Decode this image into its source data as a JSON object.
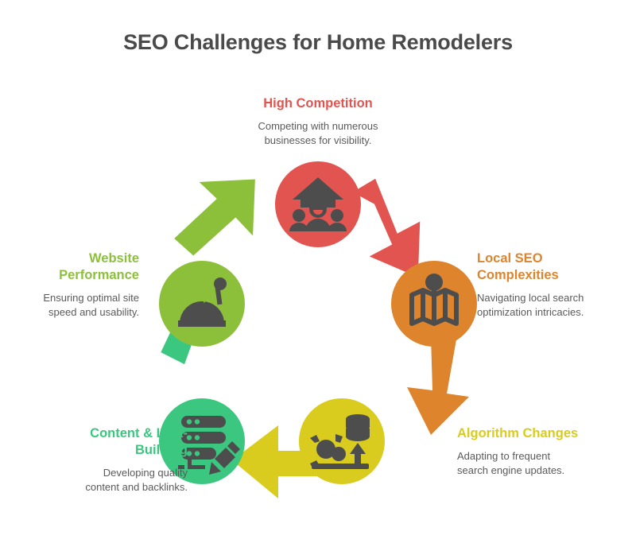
{
  "page": {
    "title": "SEO Challenges for Home Remodelers",
    "background_color": "#ffffff",
    "title_color": "#4a4a4a",
    "body_text_color": "#5a5a5a",
    "icon_color": "#4d4d4d"
  },
  "cycle": {
    "type": "circular-process",
    "step_count": 5,
    "direction": "clockwise",
    "steps": [
      {
        "id": "high-competition",
        "position": "top",
        "title": "High Competition",
        "description": "Competing with numerous businesses for visibility.",
        "description_line1": "Competing with numerous",
        "description_line2": "businesses for visibility.",
        "color": "#E25450",
        "icon": "house-people-icon"
      },
      {
        "id": "local-seo-complexities",
        "position": "right-upper",
        "title": "Local SEO Complexities",
        "title_line1": "Local SEO",
        "title_line2": "Complexities",
        "description": "Navigating local search optimization intricacies.",
        "description_line1": "Navigating local search",
        "description_line2": "optimization intricacies.",
        "color": "#DD842C",
        "icon": "map-pin-icon"
      },
      {
        "id": "algorithm-changes",
        "position": "right-lower",
        "title": "Algorithm Changes",
        "description": "Adapting to frequent search engine updates.",
        "description_line1": "Adapting to frequent",
        "description_line2": "search engine updates.",
        "color": "#D9CC1E",
        "icon": "gears-data-icon"
      },
      {
        "id": "content-link-building",
        "position": "left-lower",
        "title": "Content & Link-Building",
        "title_line1": "Content & Link-",
        "title_line2": "Building",
        "description": "Developing quality content and backlinks.",
        "description_line1": "Developing quality",
        "description_line2": "content and backlinks.",
        "color": "#3BC77F",
        "icon": "server-pencil-icon"
      },
      {
        "id": "website-performance",
        "position": "left-upper",
        "title": "Website Performance",
        "title_line1": "Website",
        "title_line2": "Performance",
        "description": "Ensuring optimal site speed and usability.",
        "description_line1": "Ensuring optimal site",
        "description_line2": "speed and usability.",
        "color": "#8CC03A",
        "icon": "speedometer-icon"
      }
    ],
    "arrows": [
      {
        "id": "arrow-red",
        "from": "high-competition",
        "to": "local-seo-complexities",
        "color": "#E25450"
      },
      {
        "id": "arrow-orange",
        "from": "local-seo-complexities",
        "to": "algorithm-changes",
        "color": "#DD842C"
      },
      {
        "id": "arrow-yellow",
        "from": "algorithm-changes",
        "to": "content-link-building",
        "color": "#D9CC1E"
      },
      {
        "id": "arrow-green",
        "from": "content-link-building",
        "to": "website-performance",
        "color": "#3BC77F"
      },
      {
        "id": "arrow-lightgreen",
        "from": "website-performance",
        "to": "high-competition",
        "color": "#8CC03A"
      }
    ]
  }
}
